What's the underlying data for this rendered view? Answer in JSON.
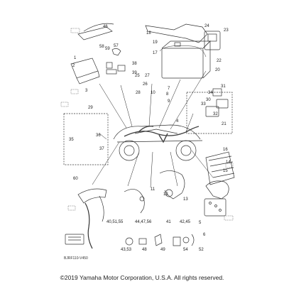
{
  "diagram": {
    "callouts": [
      "1",
      "2",
      "3",
      "4",
      "5",
      "6",
      "7",
      "8",
      "9",
      "10",
      "11",
      "12",
      "13",
      "14",
      "15",
      "16",
      "17",
      "18",
      "19",
      "20",
      "21",
      "22",
      "23",
      "24",
      "25",
      "26",
      "27",
      "28",
      "29",
      "30",
      "31",
      "32",
      "33",
      "34",
      "35",
      "36",
      "37",
      "38",
      "39",
      "40,51,55",
      "41",
      "42,45",
      "43,53",
      "44,47,56",
      "46",
      "48",
      "49",
      "52",
      "54",
      "57",
      "58",
      "59",
      "60"
    ],
    "diagram_code": "BJRF110-V450"
  },
  "footer": {
    "copyright": "©2019 Yamaha Motor Corporation, U.S.A. All rights reserved."
  },
  "colors": {
    "ink": "#333333",
    "background": "#ffffff"
  }
}
